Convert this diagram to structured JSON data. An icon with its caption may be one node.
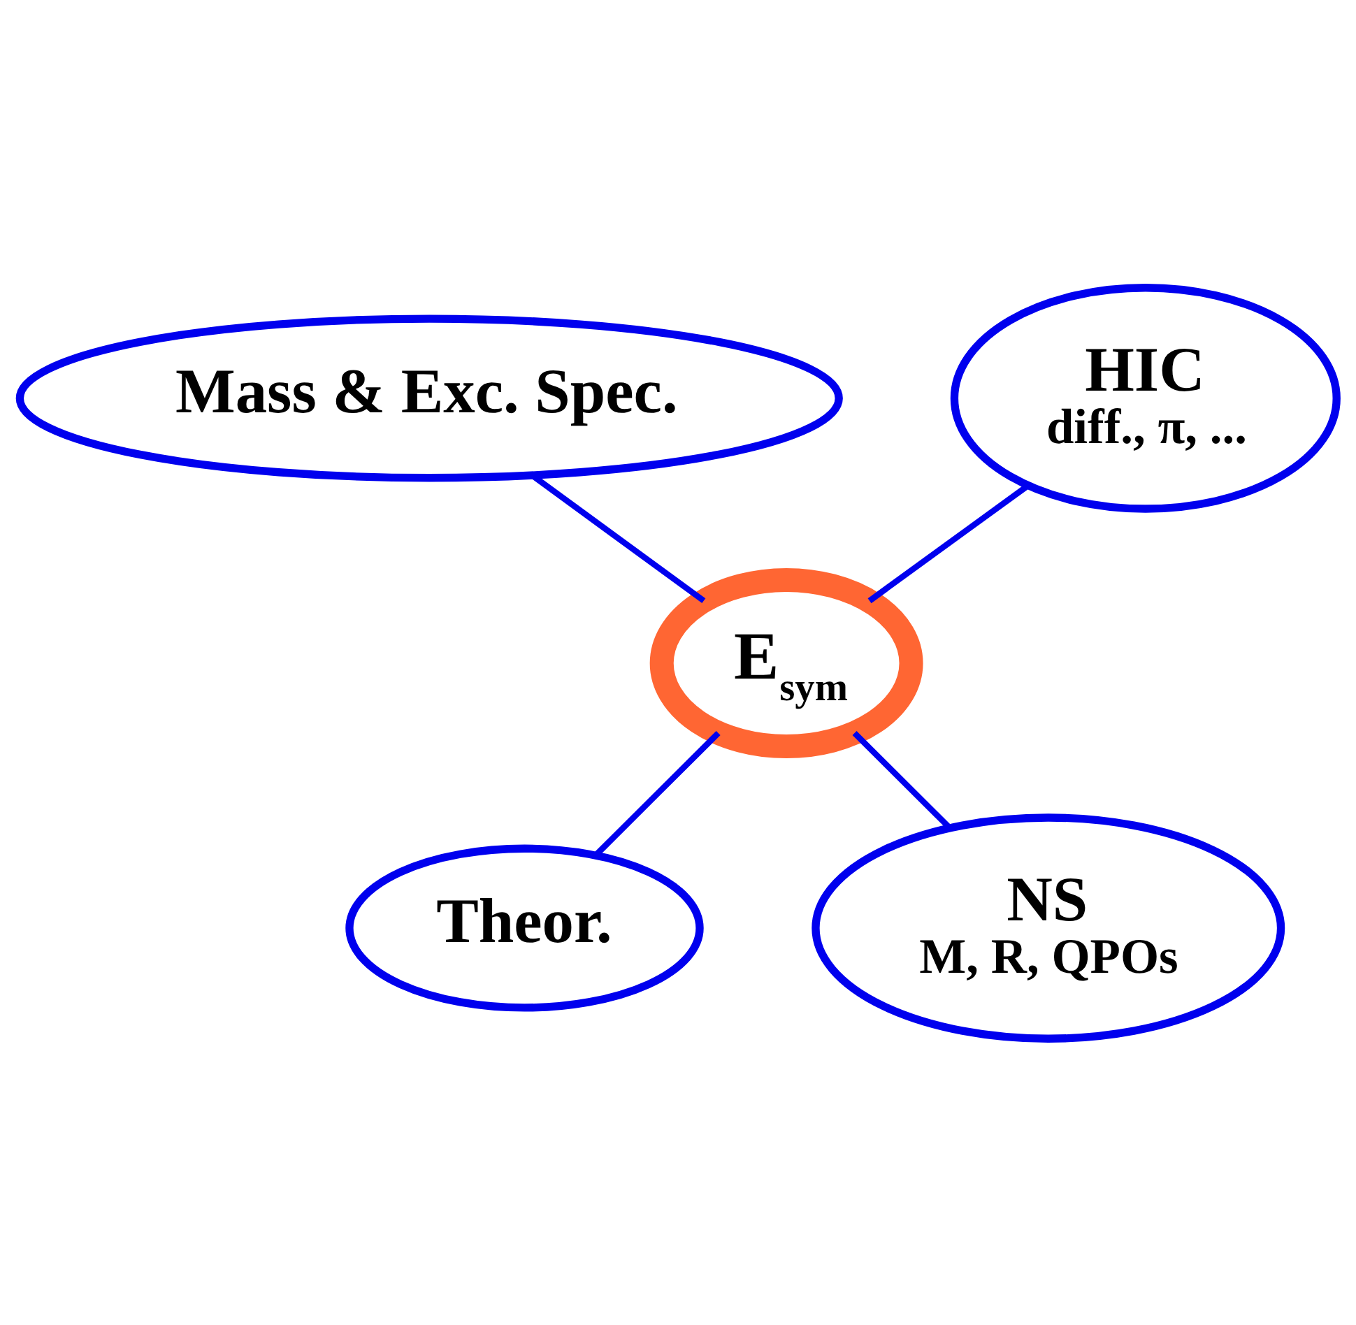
{
  "diagram": {
    "nodes": [
      {
        "text": [
          "Mass & Exc. Spec."
        ]
      },
      {
        "text": [
          "HIC",
          "diff., π, ..."
        ]
      },
      {
        "text": [
          "E$_{sym}$"
        ]
      },
      {
        "text": [
          "Theor."
        ]
      },
      {
        "text": [
          "NS",
          "M, R, QPOs"
        ]
      }
    ],
    "edges": [
      {
        "from": 0,
        "to": 2,
        "arrow": "none"
      },
      {
        "from": 1,
        "to": 2,
        "arrow": "none"
      },
      {
        "from": 2,
        "to": 3,
        "arrow": "none"
      },
      {
        "from": 2,
        "to": 4,
        "arrow": "none"
      }
    ]
  }
}
